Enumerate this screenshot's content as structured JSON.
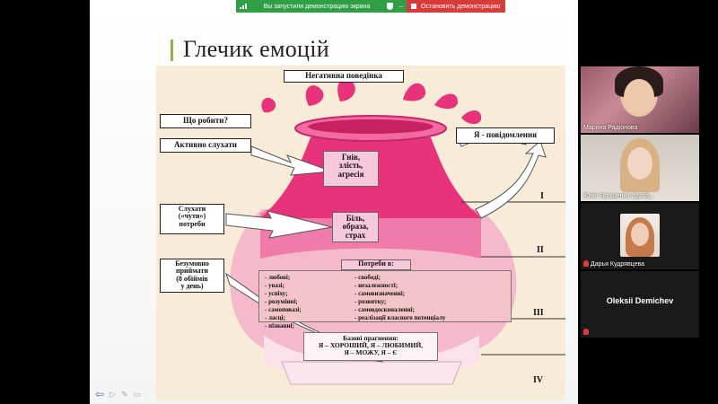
{
  "share_bar": {
    "status_text": "Вы запустили демонстрацию экрана",
    "stop_label": "Остановить демонстрацию"
  },
  "slide": {
    "title": "Глечик емоцій"
  },
  "picture": {
    "header": "Негативна поведінка",
    "what_to_do": "Що робити?",
    "listen_active": "Активно слухати",
    "hear_needs": [
      "Слухати",
      "(«чути»)",
      "потреби"
    ],
    "accept": [
      "Безумовно",
      "приймати",
      "(8 обіймів",
      "у день)"
    ],
    "message": "Я - повідомлення",
    "layer1": [
      "Гнів,",
      "злість,",
      "агресія"
    ],
    "layer2": [
      "Біль,",
      "образа,",
      "страх"
    ],
    "needs_title": "Потреби в:",
    "needs_left": [
      "- любові;",
      "- увазі;",
      "- успіху;",
      "- розумінні;",
      "- самоповазі;",
      "- ласці;",
      "- пізнанні;"
    ],
    "needs_right": [
      "- свободі;",
      "- незалежності;",
      "- самовизначенні;",
      "- розвитку;",
      "- самовдосконаленні;",
      "- реалізації власного потенціалу"
    ],
    "aspirations": [
      "Базові прагнення:",
      "Я – ХОРОШИЙ, Я – ЛЮБИМИЙ,",
      "Я – МОЖУ, Я – Є"
    ],
    "roman": [
      "I",
      "II",
      "III",
      "IV"
    ]
  },
  "participants": [
    {
      "name": "Марина Радіонова"
    },
    {
      "name": "Юлія Ярошенко (здобу..."
    },
    {
      "name": "Дарья Кудрявцева"
    },
    {
      "name": "Oleksii Demichev"
    }
  ],
  "colors": {
    "share_green": "#2f9e44",
    "stop_red": "#d93a3a",
    "jug_dark_pink": "#e8337a",
    "jug_light_pink": "#f6b9cc"
  }
}
